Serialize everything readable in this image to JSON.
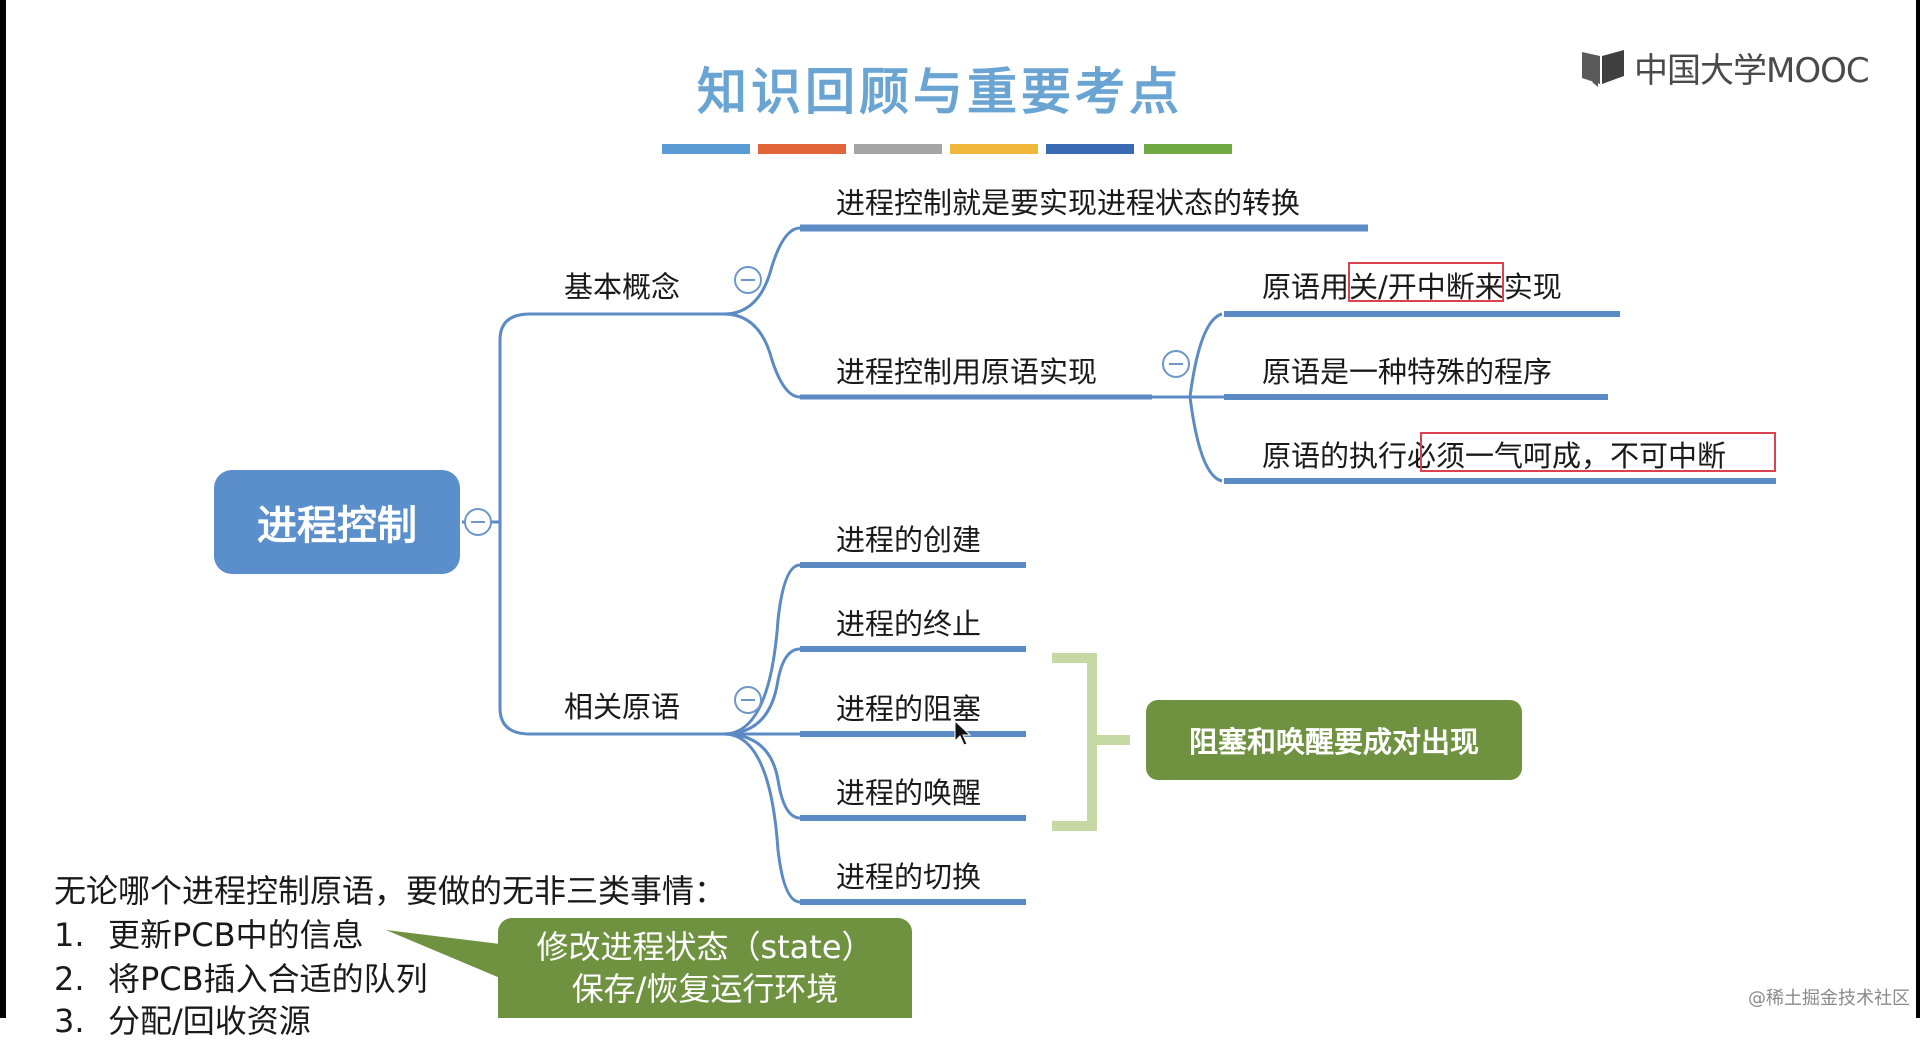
{
  "title": "知识回顾与重要考点",
  "logo_text": "中国大学MOOC",
  "title_bar_colors": [
    "#5b9bd5",
    "#e0663a",
    "#a5a5a5",
    "#f0b73a",
    "#3a6ab4",
    "#6faa45"
  ],
  "root": {
    "label": "进程控制"
  },
  "basic_concept": {
    "label": "基本概念",
    "children": [
      {
        "label": "进程控制就是要实现进程状态的转换"
      },
      {
        "label": "进程控制用原语实现"
      }
    ]
  },
  "primitive_impl": {
    "children": [
      {
        "label": "原语用关/开中断来实现",
        "highlight": "关/开中断"
      },
      {
        "label": "原语是一种特殊的程序"
      },
      {
        "label": "原语的执行必须一气呵成，不可中断",
        "highlight": "必须一气呵成，不可中断"
      }
    ]
  },
  "related_primitives": {
    "label": "相关原语",
    "children": [
      {
        "label": "进程的创建"
      },
      {
        "label": "进程的终止"
      },
      {
        "label": "进程的阻塞"
      },
      {
        "label": "进程的唤醒"
      },
      {
        "label": "进程的切换"
      }
    ]
  },
  "note_box": {
    "text": "阻塞和唤醒要成对出现"
  },
  "notes": {
    "heading": "无论哪个进程控制原语，要做的无非三类事情：",
    "items": [
      {
        "num": "1.",
        "text": "更新PCB中的信息"
      },
      {
        "num": "2.",
        "text": "将PCB插入合适的队列"
      },
      {
        "num": "3.",
        "text": "分配/回收资源"
      }
    ]
  },
  "callout": {
    "line1": "修改进程状态（state）",
    "line2": "保存/恢复运行环境"
  },
  "watermark": "@稀土掘金技术社区",
  "colors": {
    "branch_line": "#5b8ac4",
    "root_fill": "#5a8fcc",
    "green": "#6f9241",
    "bracket": "#c6d9a4",
    "highlight_border": "#d9434f",
    "title": "#6aa4d2"
  }
}
